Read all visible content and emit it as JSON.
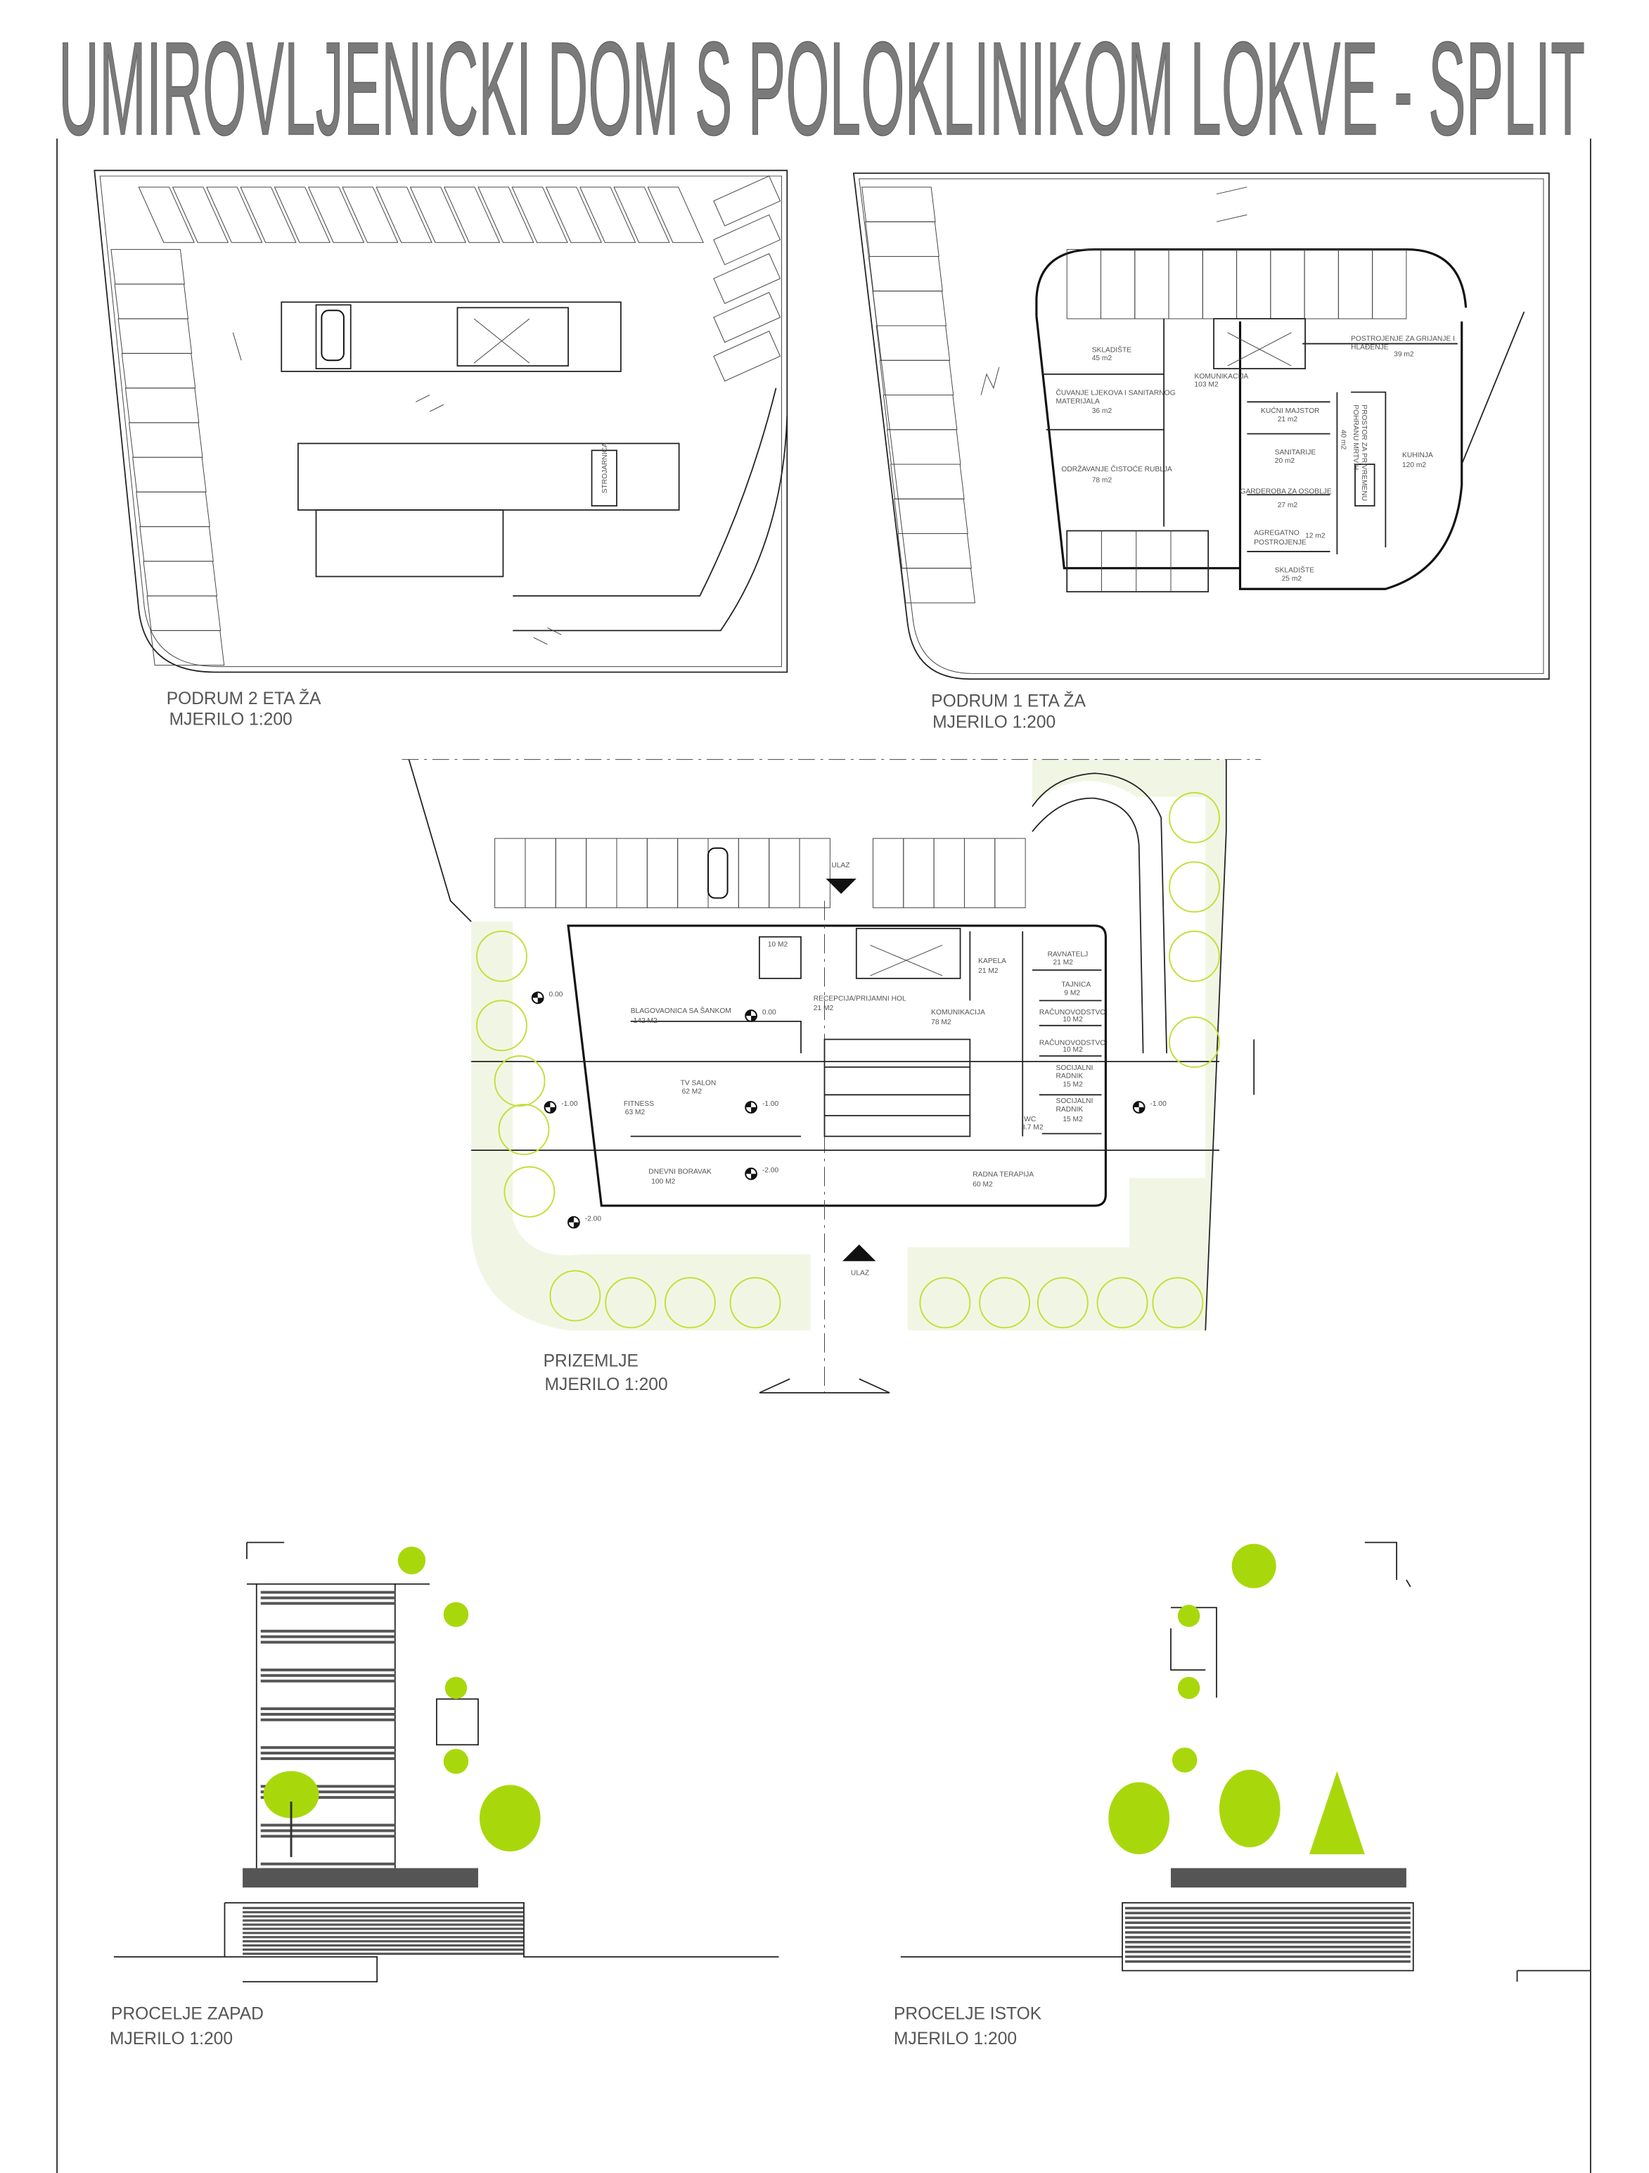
{
  "title": "UMIROVLJENICKI DOM S POLOKLINIKOM  LOKVE - SPLIT",
  "plans": {
    "podrum2": {
      "label": "PODRUM 2 ETA ŽA",
      "scale": "MJERILO 1:200",
      "room_label": "STROJARNICA"
    },
    "podrum1": {
      "label": "PODRUM 1 ETA ŽA",
      "scale": "MJERILO 1:200",
      "rooms": [
        {
          "name": "SKLADIŠTE",
          "area": "45 m2"
        },
        {
          "name": "ČUVANJE LJEKOVA I SANITARNOG",
          "name2": "MATERIJALA",
          "area": "36 m2"
        },
        {
          "name": "ODRŽAVANJE ČISTOĆE RUBLJA",
          "area": "78 m2"
        },
        {
          "name": "KOMUNIKACIJA",
          "area": "103 M2"
        },
        {
          "name": "KUĆNI MAJSTOR",
          "area": "21 m2"
        },
        {
          "name": "SANITARIJE",
          "area": "20 m2"
        },
        {
          "name": "GARDEROBA ZA OSOBLJE",
          "area": "27 m2"
        },
        {
          "name": "AGREGATNO",
          "name2": "POSTROJENJE",
          "area": "12 m2"
        },
        {
          "name": "SKLADIŠTE",
          "area": "25 m2"
        },
        {
          "name": "POSTROJENJE ZA GRIJANJE I",
          "name2": "HLAĐENJE",
          "area": "39 m2"
        },
        {
          "name": "KUHINJA",
          "area": "120 m2"
        },
        {
          "name": "PROSTOR ZA PRIVREMENU",
          "name2": "POHRANU MRTVIH",
          "area": "40 m2"
        }
      ]
    },
    "prizemlje": {
      "label": "PRIZEMLJE",
      "scale": "MJERILO 1:200",
      "entrance": "ULAZ",
      "rooms": [
        {
          "name": "",
          "area": "10 M2"
        },
        {
          "name": "BLAGOVAONICA SA ŠANKOM",
          "area": "142 M2"
        },
        {
          "name": "RECEPCIJA/PRIJAMNI HOL",
          "area": "21 M2"
        },
        {
          "name": "KAPELA",
          "area": "21 M2"
        },
        {
          "name": "RAVNATELJ",
          "area": "21 M2"
        },
        {
          "name": "TAJNICA",
          "area": "9 M2"
        },
        {
          "name": "KOMUNIKACIJA",
          "area": "78 M2"
        },
        {
          "name": "RAČUNOVODSTVO",
          "area": "10 M2"
        },
        {
          "name": "RAČUNOVODSTVO",
          "area": "10 M2"
        },
        {
          "name": "SOCIJALNI",
          "name2": "RADNIK",
          "area": "15 M2"
        },
        {
          "name": "SOCIJALNI",
          "name2": "RADNIK",
          "area": "15 M2"
        },
        {
          "name": "WC",
          "area": "3.7 M2"
        },
        {
          "name": "TV SALON",
          "area": "62 M2"
        },
        {
          "name": "FITNESS",
          "area": "63 M2"
        },
        {
          "name": "DNEVNI BORAVAK",
          "area": "100 M2"
        },
        {
          "name": "RADNA TERAPIJA",
          "area": "60 M2"
        }
      ],
      "levels": [
        "0.00",
        "0.00",
        "-1.00",
        "-1.00",
        "-1.00",
        "-2.00",
        "-2.00"
      ]
    }
  },
  "elevations": {
    "west": {
      "label": "PROCELJE ZAPAD",
      "scale": "MJERILO 1:200"
    },
    "east": {
      "label": "PROCELJE ISTOK",
      "scale": "MJERILO 1:200"
    }
  },
  "colors": {
    "tree": "#a8d80c",
    "tree_outline": "#c5de3c",
    "title": "#7a7a7a"
  }
}
